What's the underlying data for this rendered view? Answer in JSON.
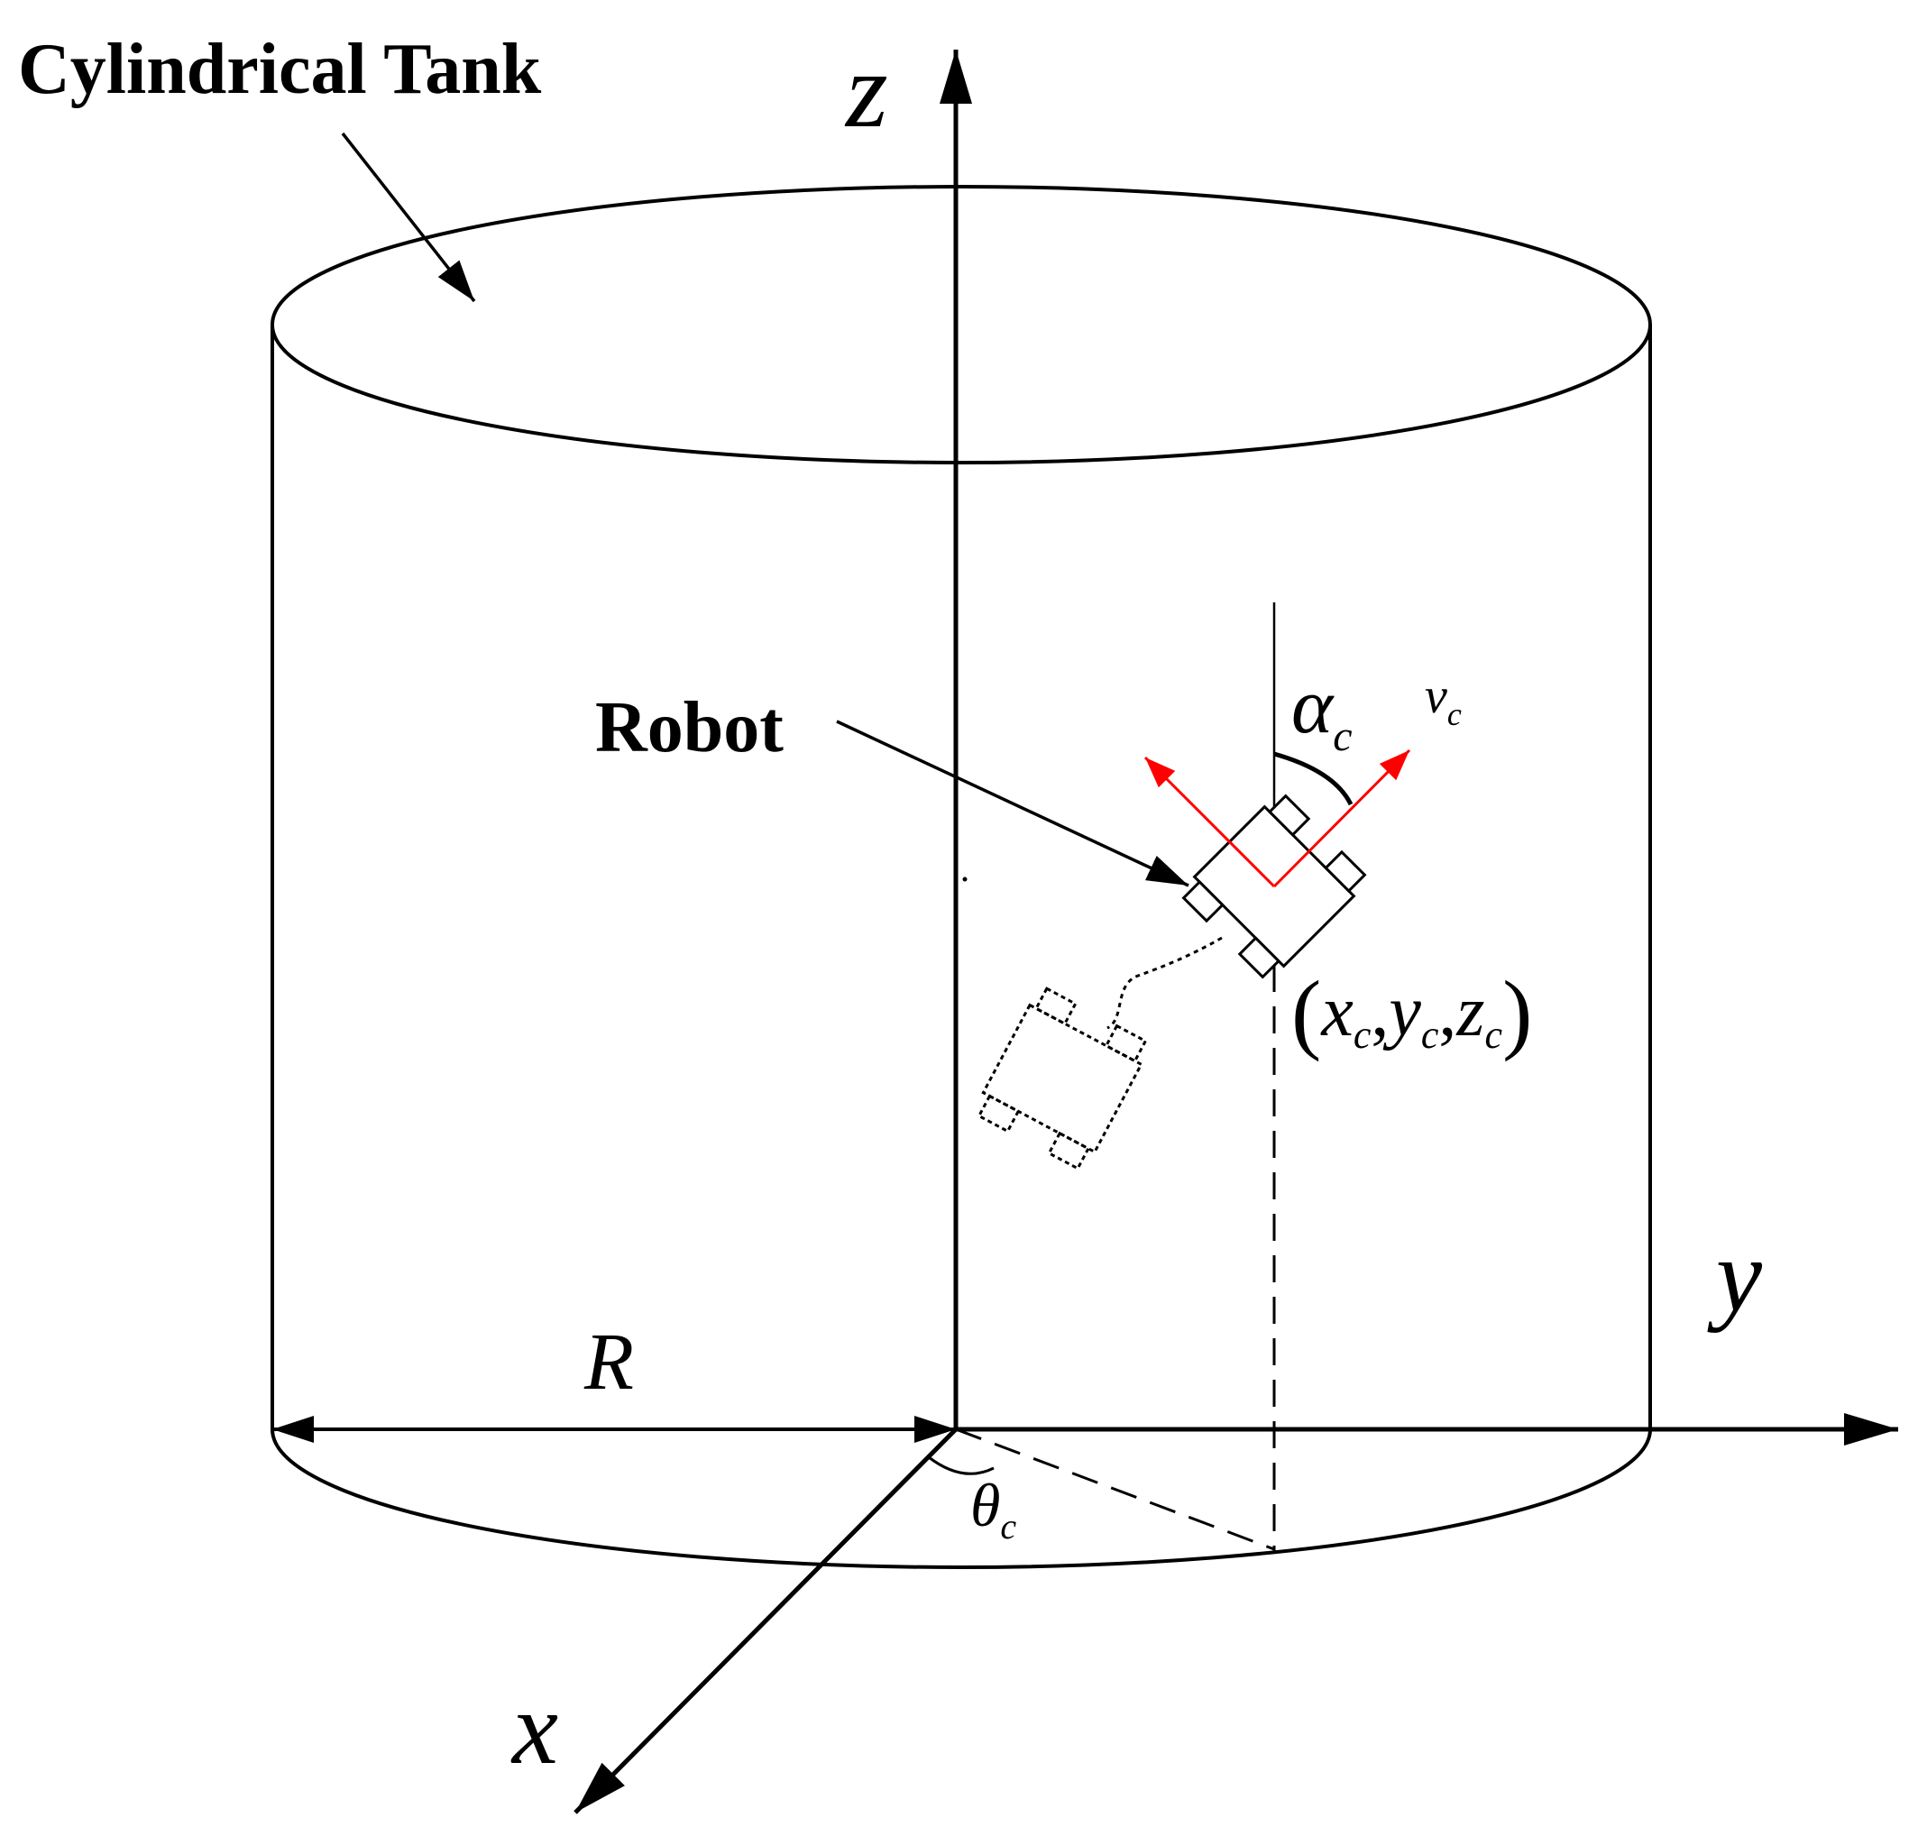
{
  "labels": {
    "tank": "Cylindrical  Tank",
    "robot": "Robot",
    "axis_z": "z",
    "axis_y": "y",
    "axis_x": "x",
    "radius": "R",
    "theta_main": "θ",
    "theta_sub": "c",
    "alpha_main": "α",
    "alpha_sub": "c",
    "velocity_main": "v",
    "velocity_sub": "c",
    "coord_open": "(",
    "coord_x": "x",
    "coord_x_sub": "c",
    "coord_comma1": ",",
    "coord_y": "y",
    "coord_y_sub": "c",
    "coord_comma2": ",",
    "coord_z": "z",
    "coord_z_sub": "c",
    "coord_close": ")"
  },
  "colors": {
    "line": "#000000",
    "velocity_arrows": "#ff0000",
    "background": "#ffffff"
  }
}
